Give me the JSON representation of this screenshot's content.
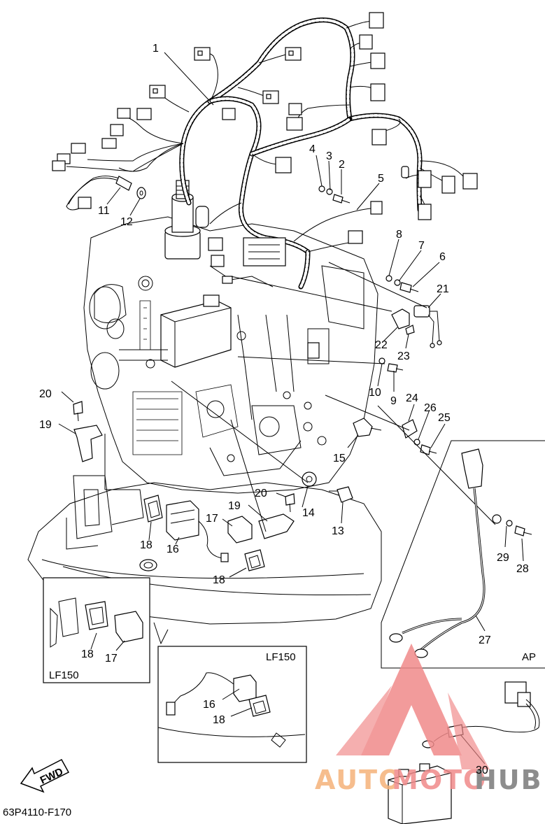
{
  "diagram": {
    "part_numbers": [
      "1",
      "2",
      "3",
      "4",
      "5",
      "6",
      "7",
      "8",
      "9",
      "10",
      "11",
      "12",
      "13",
      "14",
      "15",
      "16",
      "17",
      "18",
      "19",
      "20",
      "21",
      "22",
      "23",
      "24",
      "25",
      "26",
      "27",
      "28",
      "29",
      "30"
    ],
    "callouts": {
      "n1": "1",
      "n2": "2",
      "n3": "3",
      "n4": "4",
      "n5": "5",
      "n6": "6",
      "n7": "7",
      "n8": "8",
      "n9": "9",
      "n10": "10",
      "n11": "11",
      "n12": "12",
      "n13": "13",
      "n14": "14",
      "n15": "15",
      "n16_main": "16",
      "n17_main": "17",
      "n18_main_a": "18",
      "n18_main_b": "18",
      "n19_left": "19",
      "n19_right": "19",
      "n20_left": "20",
      "n20_right": "20",
      "n21": "21",
      "n22": "22",
      "n23": "23",
      "n24": "24",
      "n25": "25",
      "n26": "26",
      "n27": "27",
      "n28": "28",
      "n29": "29",
      "n30": "30",
      "n18_inset_a": "18",
      "n17_inset_a": "17",
      "n16_inset_b": "16",
      "n18_inset_b": "18"
    },
    "insets": {
      "ap_label": "AP",
      "lf150_left_label": "LF150",
      "lf150_center_label": "LF150"
    },
    "fwd_label": "FWD",
    "drawing_code": "63P4110-F170",
    "watermark": {
      "text_left": "AUTO",
      "text_mid": "MOTO",
      "text_right": "HUB",
      "color_orange": "#f5b27a",
      "color_red": "#f08a8a",
      "color_gray": "#7a7a7a"
    }
  }
}
